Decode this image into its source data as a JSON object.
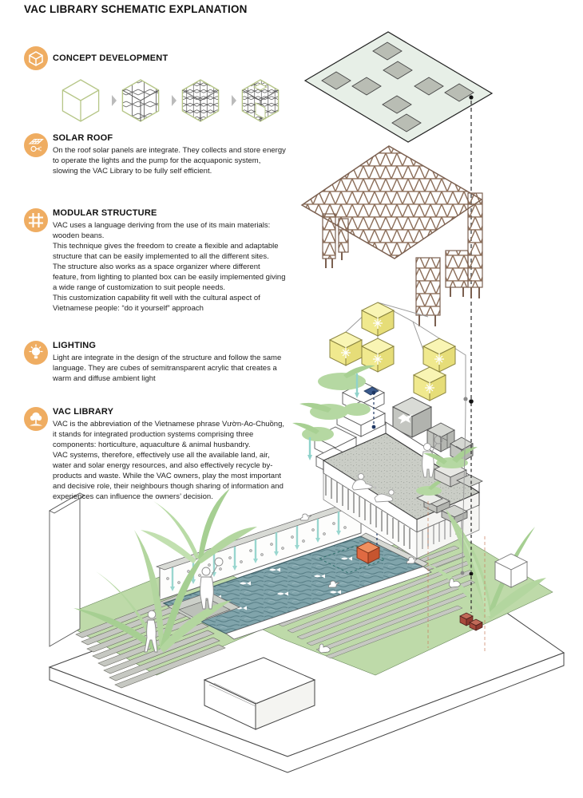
{
  "page": {
    "title": "VAC LIBRARY SCHEMATIC EXPLANATION"
  },
  "sections": [
    {
      "heading": "CONCEPT DEVELOPMENT",
      "icon": "cube-icon",
      "body": ""
    },
    {
      "heading": "SOLAR ROOF",
      "icon": "solar-panel-icon",
      "body": "On the roof solar panels are integrate. They collects and store energy to operate the lights and the pump for the acquaponic system, slowing the VAC Library to be fully self efficient."
    },
    {
      "heading": "MODULAR STRUCTURE",
      "icon": "lattice-grid-icon",
      "body": "VAC uses a language deriving from the use of its main materials: wooden beans.\nThis technique gives the freedom to create a flexible and adaptable structure that can be easily implemented to all the different sites.\nThe structure also works as a space organizer where different feature, from lighting to planted box can be easily implemented giving a wide range of customization to suit people needs.\nThis customization capability fit well with the cultural aspect of Vietnamese people: “do it yourself” approach"
    },
    {
      "heading": "LIGHTING",
      "icon": "lightbulb-icon",
      "body": "Light are integrate in the design of the structure and follow the same language. They are cubes of semitransparent acrylic that creates a warm and diffuse ambient light"
    },
    {
      "heading": "VAC LIBRARY",
      "icon": "tree-icon",
      "body": "VAC is the abbreviation of the Vietnamese phrase Vườn-Ao-Chuồng, it stands for integrated production systems comprising three components: horticulture, aquaculture & animal husbandry.\nVAC systems, therefore, effectively use all the available land, air, water and solar energy resources, and also effectively recycle by-products and waste. While the VAC owners, play the most important and decisive role, their neighbours though sharing of information and experiences can influence the owners’ decision."
    }
  ],
  "colors": {
    "accent_orange": "#efad62",
    "lattice_brown": "#8a6c57",
    "light_cube_yellow": "#f0e98e",
    "solar_plane_green": "#e7efe7",
    "panel_gray": "#b9bdb4",
    "water_teal": "#80a4ab",
    "foliage_green": "#b5d8a2",
    "lawn_green": "#bedaa9",
    "pump_orange": "#e06a42",
    "irrigation_teal": "#8fd2cb"
  }
}
